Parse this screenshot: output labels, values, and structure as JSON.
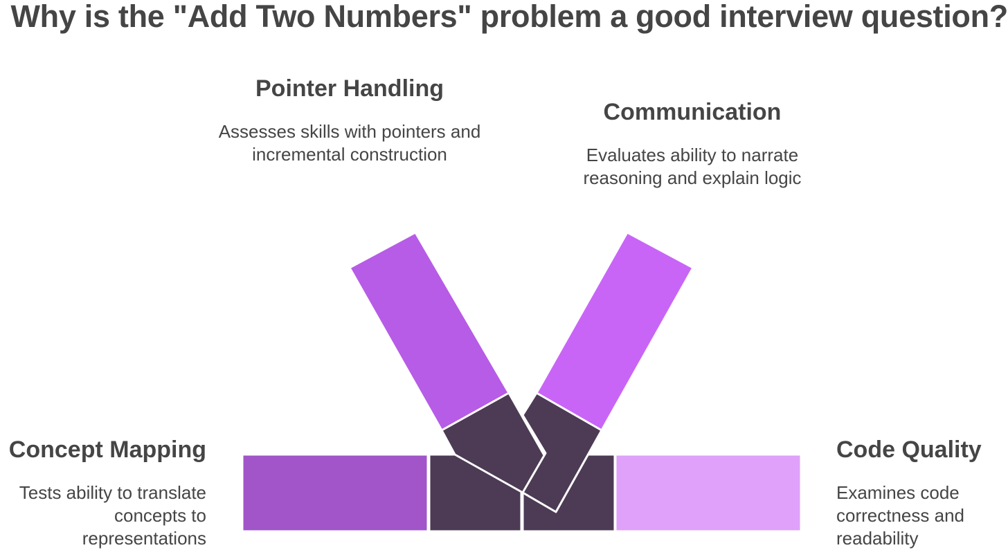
{
  "title": "Why is the \"Add Two Numbers\" problem a good interview question?",
  "sections": {
    "pointer_handling": {
      "heading": "Pointer Handling",
      "description": "Assesses skills with pointers and incremental construction"
    },
    "communication": {
      "heading": "Communication",
      "description": "Evaluates ability to narrate reasoning and explain logic"
    },
    "concept_mapping": {
      "heading": "Concept Mapping",
      "description": "Tests ability to translate concepts to representations"
    },
    "code_quality": {
      "heading": "Code Quality",
      "description": "Examines code correctness and readability"
    }
  },
  "colors": {
    "text": "#454545",
    "concept_mapping_bar": "#a155c9",
    "pointer_handling_bar": "#b75ce6",
    "communication_bar": "#c865f7",
    "code_quality_bar": "#dfa1fa",
    "center_dark": "#4d3b55",
    "stroke": "#ffffff"
  }
}
